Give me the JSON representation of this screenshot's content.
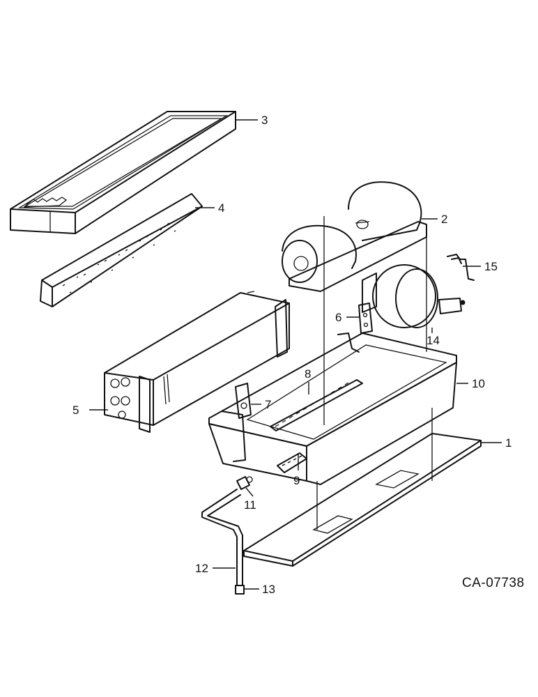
{
  "drawing_code": "CA-07738",
  "callouts": {
    "c1": "1",
    "c2": "2",
    "c3": "3",
    "c4": "4",
    "c5": "5",
    "c6": "6",
    "c7": "7",
    "c8": "8",
    "c9": "9",
    "c10": "10",
    "c11": "11",
    "c12": "12",
    "c13": "13",
    "c14": "14",
    "c15": "15"
  }
}
